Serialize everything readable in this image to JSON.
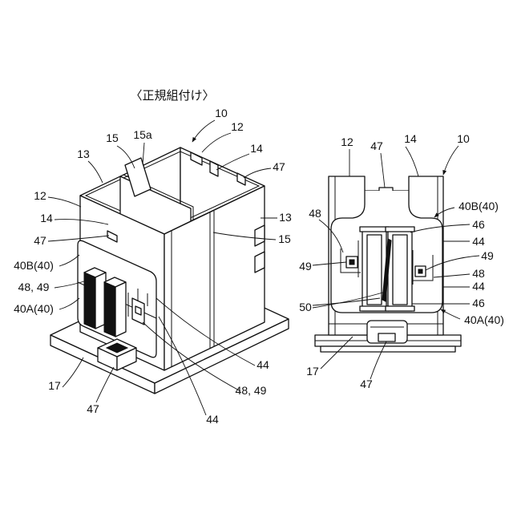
{
  "figure": {
    "title": "〈正規組付け〉"
  },
  "left_view": {
    "labels": [
      "10",
      "15a",
      "15",
      "12",
      "14",
      "13",
      "47",
      "12",
      "13",
      "14",
      "15",
      "47",
      "40B(40)",
      "48, 49",
      "40A(40)",
      "44",
      "48, 49",
      "17",
      "47",
      "44"
    ]
  },
  "right_view": {
    "labels": [
      "12",
      "47",
      "14",
      "10",
      "48",
      "40B(40)",
      "46",
      "44",
      "49",
      "49",
      "48",
      "44",
      "50",
      "46",
      "40A(40)",
      "17",
      "47"
    ]
  }
}
